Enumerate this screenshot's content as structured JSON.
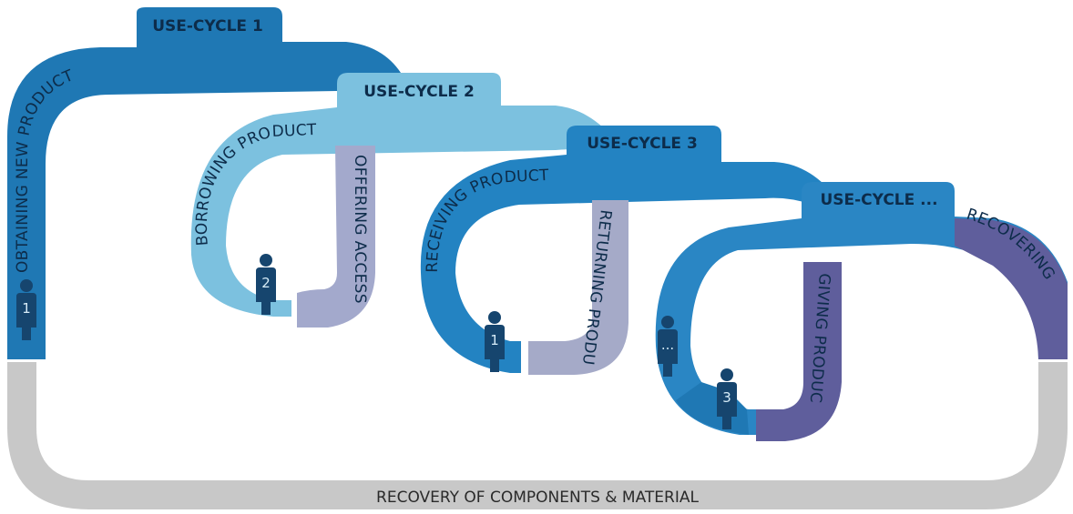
{
  "use_cycles": [
    {
      "tab": "USE-CYCLE 1",
      "obtain": "OBTAINING NEW PRODUCT",
      "release": "",
      "user": "1"
    },
    {
      "tab": "USE-CYCLE 2",
      "obtain": "BORROWING PRODUCT",
      "release": "OFFERING ACCESS",
      "user": "2"
    },
    {
      "tab": "USE-CYCLE 3",
      "obtain": "RECEIVING PRODUCT",
      "release": "RETURNING PRODUCT",
      "user": "1"
    },
    {
      "tab": "USE-CYCLE ...",
      "obtain": "",
      "release": "GIVING PRODUCT",
      "user": "3",
      "extra_user": "..."
    }
  ],
  "recovering_label": "RECOVERING",
  "recovery_label": "RECOVERY OF COMPONENTS & MATERIAL",
  "colors": {
    "cycle1": "#1f78b4",
    "cycle2": "#7cc1df",
    "cycle3": "#2383c2",
    "cycle4": "#2a86c4",
    "release2": "#a3a9cc",
    "release3": "#a5aac8",
    "release4": "#5f5e9c",
    "recovery": "#c8c8c8",
    "figure": "#16456e",
    "text": "#0d2c4a"
  }
}
